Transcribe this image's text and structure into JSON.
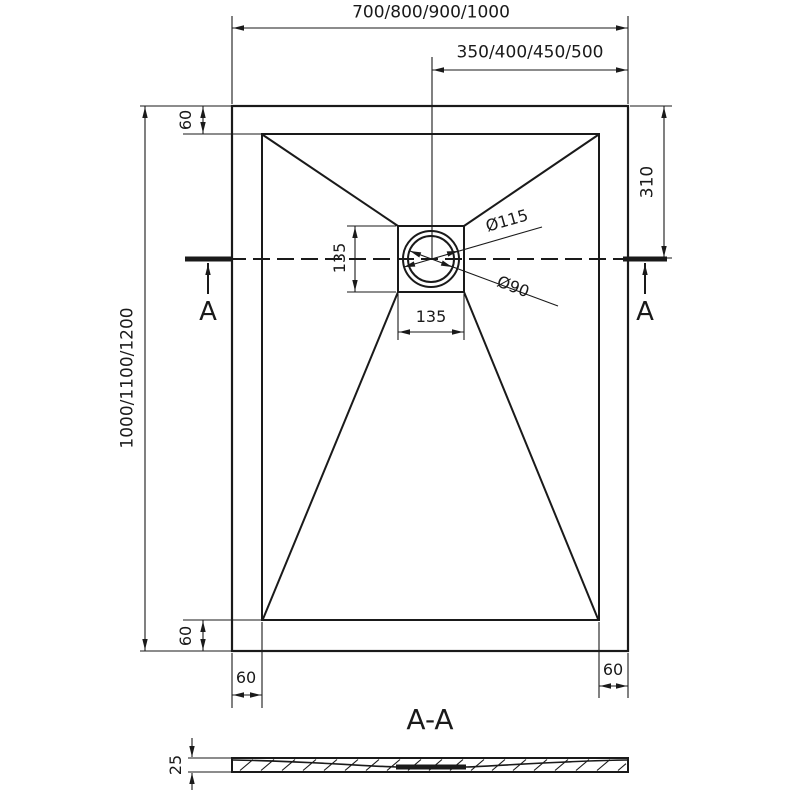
{
  "drawing": {
    "dims": {
      "overall_width": "700/800/900/1000",
      "half_width": "350/400/450/500",
      "overall_height": "1000/1100/1200",
      "drain_from_top": "310",
      "margin_top": "60",
      "margin_bottom": "60",
      "margin_left": "60",
      "margin_right": "60",
      "drain_box_height": "135",
      "drain_box_width": "135",
      "flange_diameter": "Ø115",
      "drain_diameter": "Ø90",
      "thickness": "25"
    },
    "section": {
      "marker_left": "A",
      "marker_right": "A",
      "title": "A-A"
    },
    "colors": {
      "line": "#1a1a1a",
      "background": "#ffffff"
    }
  }
}
